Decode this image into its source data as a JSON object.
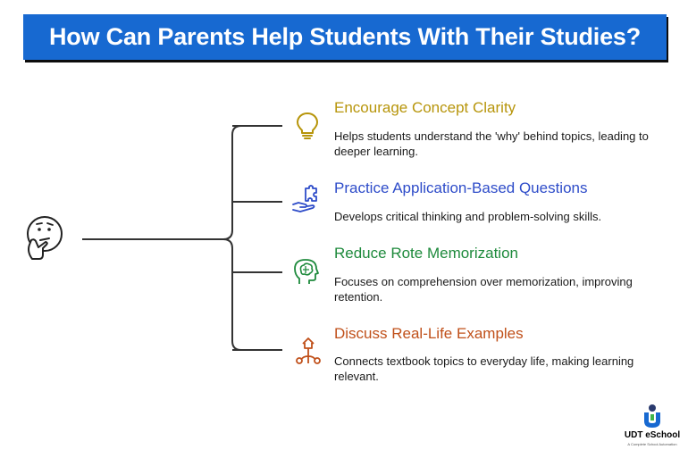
{
  "title": "How Can Parents Help Students With Their Studies?",
  "colors": {
    "title_bg": "#1769d1",
    "gold": "#b7950b",
    "blue": "#2e4cc9",
    "green": "#1e8a3c",
    "orange": "#c0501a"
  },
  "items": [
    {
      "title": "Encourage Concept Clarity",
      "description": "Helps students understand the 'why' behind topics, leading to deeper learning.",
      "icon": "lightbulb-icon",
      "color": "#b7950b"
    },
    {
      "title": "Practice Application-Based Questions",
      "description": "Develops critical thinking and problem-solving skills.",
      "icon": "puzzle-hand-icon",
      "color": "#2e4cc9"
    },
    {
      "title": "Reduce Rote Memorization",
      "description": "Focuses on comprehension over memorization, improving retention.",
      "icon": "brain-head-icon",
      "color": "#1e8a3c"
    },
    {
      "title": "Discuss Real-Life Examples",
      "description": "Connects textbook topics to everyday life, making learning relevant.",
      "icon": "home-connections-icon",
      "color": "#c0501a"
    }
  ],
  "central_icon": "thinking-face-icon",
  "logo": {
    "name": "UDT eSchool",
    "tagline": "A Complete School Automation"
  }
}
